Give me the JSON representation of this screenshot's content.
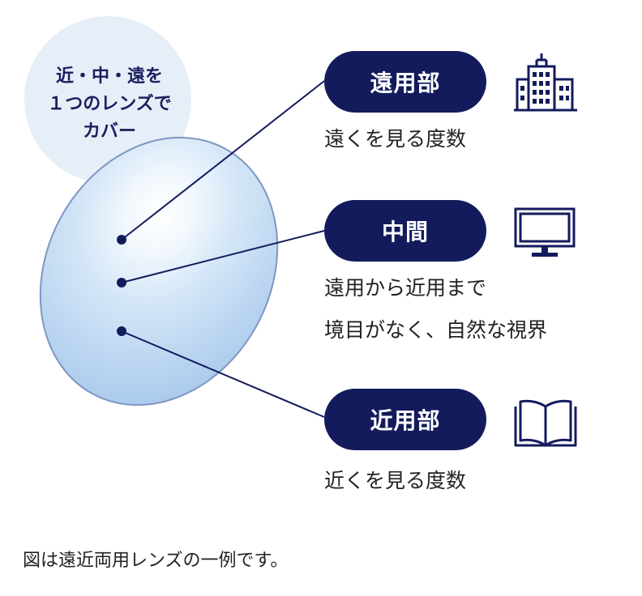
{
  "bubble": {
    "line1": "近・中・遠を",
    "line2": "１つのレンズで",
    "line3": "カバー"
  },
  "zones": [
    {
      "label": "遠用部",
      "desc": [
        "遠くを見る度数"
      ],
      "icon": "building-icon"
    },
    {
      "label": "中間",
      "desc": [
        "遠用から近用まで",
        "境目がなく、自然な視界"
      ],
      "icon": "monitor-icon"
    },
    {
      "label": "近用部",
      "desc": [
        "近くを見る度数"
      ],
      "icon": "book-icon"
    }
  ],
  "caption": "図は遠近両用レンズの一例です。",
  "colors": {
    "pill": "#131b5c",
    "bubble": "#e6eef8",
    "lens_fill": "#bcd7f2",
    "lens_edge": "#7f96c4",
    "line": "#131b5c"
  }
}
